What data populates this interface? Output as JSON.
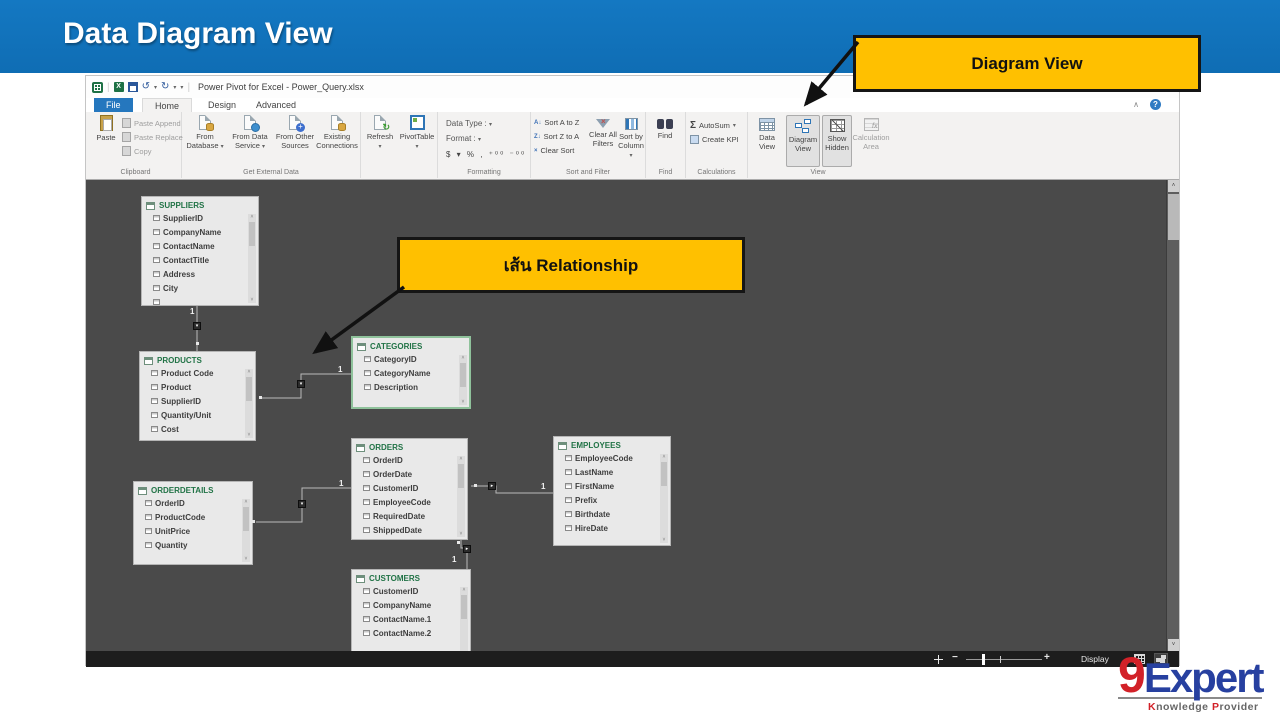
{
  "slide": {
    "title": "Data Diagram View"
  },
  "callouts": {
    "diagram_view": "Diagram View",
    "relationship": "เส้น Relationship"
  },
  "colors": {
    "header_blue": "#1173BD",
    "callout_yellow": "#FFC000",
    "canvas_gray": "#4A4A4A",
    "excel_green": "#217346",
    "logo_red": "#D22128",
    "logo_blue": "#2740A0"
  },
  "icons": {
    "dropdown": "▾",
    "collapse": "∧",
    "help": "?",
    "undo": "↺",
    "redo": "↻",
    "minus": "−",
    "plus": "+",
    "sigma": "Σ",
    "scroll_up": "˄",
    "scroll_down": "˅",
    "sort_az": "A↓",
    "sort_za": "Z↓",
    "clear_x": "×",
    "marker_down": "▾",
    "marker_right": "▸",
    "globe_plus": "+",
    "refresh_arrows": "↻",
    "excel_x": "X"
  },
  "app": {
    "title": "Power Pivot for Excel - Power_Query.xlsx",
    "tabs": {
      "file": "File",
      "home": "Home",
      "design": "Design",
      "advanced": "Advanced"
    },
    "ribbon": {
      "paste": "Paste",
      "clipboard_items": [
        "Paste Append",
        "Paste Replace",
        "Copy"
      ],
      "clipboard_label": "Clipboard",
      "ext": [
        {
          "l1": "From",
          "l2": "Database"
        },
        {
          "l1": "From Data",
          "l2": "Service"
        },
        {
          "l1": "From Other",
          "l2": "Sources"
        },
        {
          "l1": "Existing",
          "l2": "Connections"
        }
      ],
      "ext_label": "Get External Data",
      "refresh": "Refresh",
      "pivottable": "PivotTable",
      "data_type": "Data Type :",
      "format": "Format :",
      "money_row": "$ ▾  %  ,  ⁺⁰⁰ ⁻⁰⁰",
      "formatting_label": "Formatting",
      "sort_items": [
        "Sort A to Z",
        "Sort Z to A",
        "Clear Sort"
      ],
      "clear_all": [
        "Clear All",
        "Filters"
      ],
      "sort_by": [
        "Sort by",
        "Column"
      ],
      "sort_label": "Sort and Filter",
      "find": "Find",
      "find_label": "Find",
      "autosum": "AutoSum",
      "create_kpi": "Create KPI",
      "calc_label": "Calculations",
      "view": [
        {
          "l1": "Data",
          "l2": "View"
        },
        {
          "l1": "Diagram",
          "l2": "View"
        },
        {
          "l1": "Show",
          "l2": "Hidden"
        },
        {
          "l1": "Calculation",
          "l2": "Area"
        }
      ],
      "view_label": "View"
    },
    "status": {
      "display": "Display"
    }
  },
  "diagram": {
    "one": "1",
    "tables": [
      {
        "name": "SUPPLIERS",
        "fields": [
          "SupplierID",
          "CompanyName",
          "ContactName",
          "ContactTitle",
          "Address",
          "City"
        ]
      },
      {
        "name": "PRODUCTS",
        "fields": [
          "Product Code",
          "Product",
          "SupplierID",
          "Quantity/Unit",
          "Cost"
        ]
      },
      {
        "name": "ORDERDETAILS",
        "fields": [
          "OrderID",
          "ProductCode",
          "UnitPrice",
          "Quantity"
        ]
      },
      {
        "name": "CATEGORIES",
        "fields": [
          "CategoryID",
          "CategoryName",
          "Description"
        ]
      },
      {
        "name": "ORDERS",
        "fields": [
          "OrderID",
          "OrderDate",
          "CustomerID",
          "EmployeeCode",
          "RequiredDate",
          "ShippedDate"
        ]
      },
      {
        "name": "EMPLOYEES",
        "fields": [
          "EmployeeCode",
          "LastName",
          "FirstName",
          "Prefix",
          "Birthdate",
          "HireDate"
        ]
      },
      {
        "name": "CUSTOMERS",
        "fields": [
          "CustomerID",
          "CompanyName",
          "ContactName.1",
          "ContactName.2"
        ]
      }
    ]
  },
  "logo": {
    "nine": "9",
    "expert": "Expert",
    "k": "K",
    "nowledge": "nowledge",
    "p": "P",
    "rovider": "rovider"
  }
}
